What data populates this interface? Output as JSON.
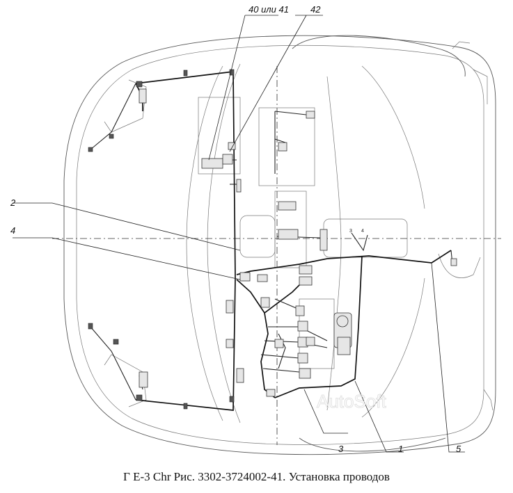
{
  "callouts": {
    "c40_41": "40 или 41",
    "c42": "42",
    "c2": "2",
    "c4": "4",
    "c3": "3",
    "c1": "1",
    "c5": "5"
  },
  "inner_labels": {
    "l3": "3",
    "l4": "4"
  },
  "watermark": "AutoSoft",
  "caption": "Г Е-3 Chr Рис. 3302-3724002-41. Установка проводов"
}
